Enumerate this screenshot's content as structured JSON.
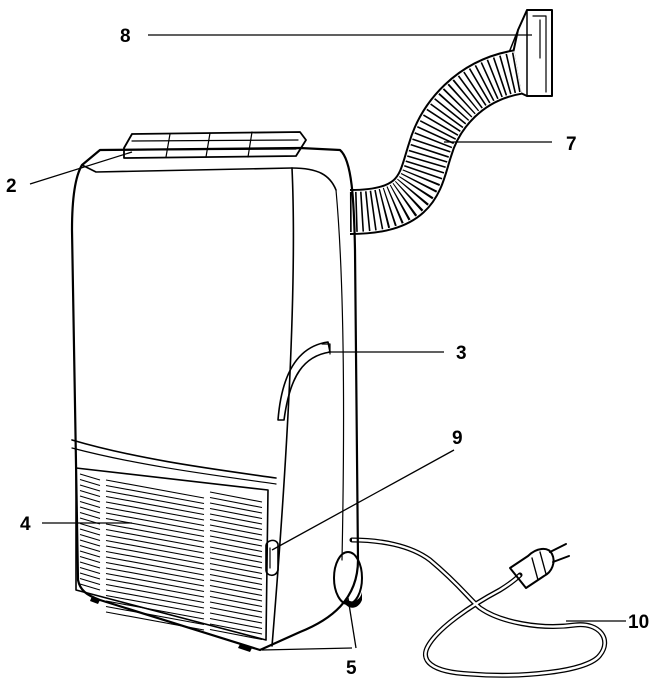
{
  "diagram": {
    "callouts": [
      {
        "id": "c2",
        "text": "2"
      },
      {
        "id": "c3",
        "text": "3"
      },
      {
        "id": "c4",
        "text": "4"
      },
      {
        "id": "c5",
        "text": "5"
      },
      {
        "id": "c7",
        "text": "7"
      },
      {
        "id": "c8",
        "text": "8"
      },
      {
        "id": "c9",
        "text": "9"
      },
      {
        "id": "c10",
        "text": "10"
      }
    ]
  }
}
